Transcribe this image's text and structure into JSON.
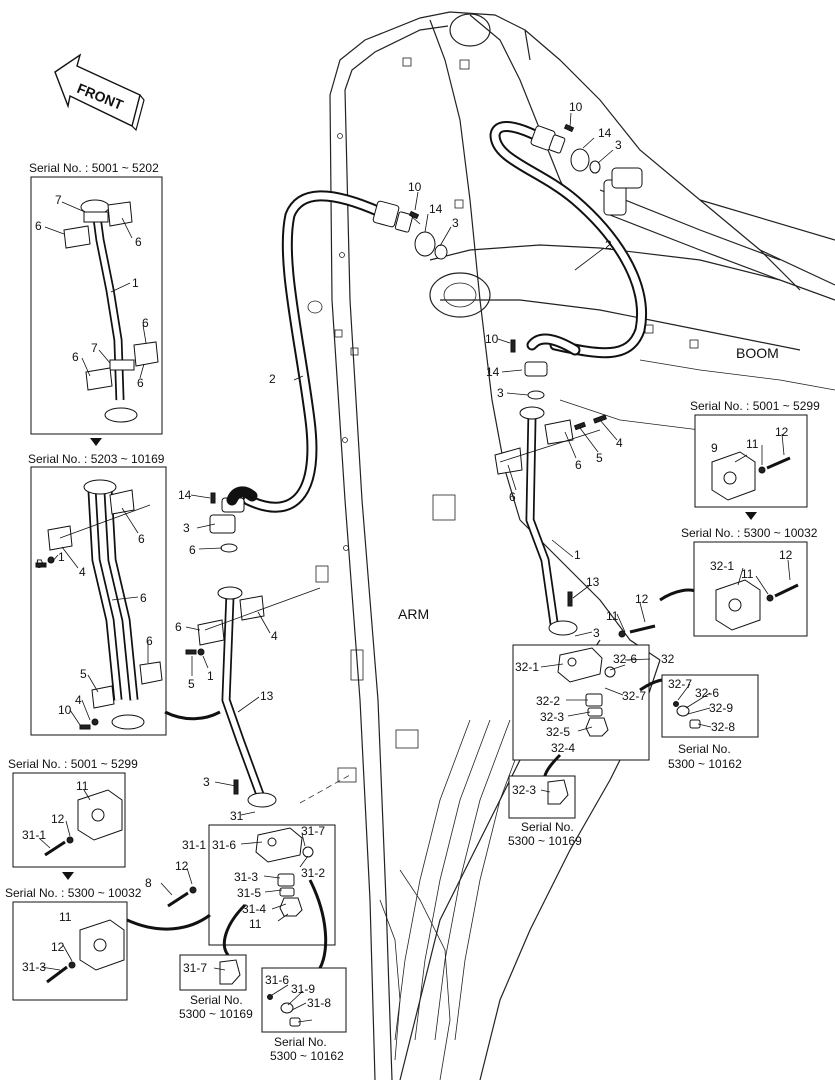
{
  "front_label": "FRONT",
  "region_labels": {
    "boom": "BOOM",
    "arm": "ARM"
  },
  "serials": {
    "s1": "Serial No. : 5001 ~ 5202",
    "s2": "Serial No. : 5203 ~ 10169",
    "s3": "Serial No. : 5001 ~ 5299",
    "s4": "Serial No. : 5300 ~ 10032",
    "s5": "Serial No. : 5001 ~ 5299",
    "s6": "Serial No. : 5300 ~ 10032",
    "cap_a_title": "Serial No.",
    "cap_a_range": "5300 ~ 10169",
    "cap_b_title": "Serial No.",
    "cap_b_range": "5300 ~ 10162",
    "cap_c_title": "Serial No.",
    "cap_c_range": "5300 ~ 10169",
    "cap_d_title": "Serial No.",
    "cap_d_range": "5300 ~ 10162"
  },
  "labels": [
    {
      "id": "l01",
      "text": "10"
    },
    {
      "id": "l02",
      "text": "14"
    },
    {
      "id": "l03",
      "text": "3"
    },
    {
      "id": "l04",
      "text": "2"
    },
    {
      "id": "l05",
      "text": "10"
    },
    {
      "id": "l06",
      "text": "14"
    },
    {
      "id": "l07",
      "text": "3"
    },
    {
      "id": "l08",
      "text": "2"
    },
    {
      "id": "l09",
      "text": "10"
    },
    {
      "id": "l10",
      "text": "14"
    },
    {
      "id": "l11",
      "text": "3"
    },
    {
      "id": "l12",
      "text": "6"
    },
    {
      "id": "l13",
      "text": "6"
    },
    {
      "id": "l14",
      "text": "5"
    },
    {
      "id": "l15",
      "text": "4"
    },
    {
      "id": "l16",
      "text": "1"
    },
    {
      "id": "l17",
      "text": "13"
    },
    {
      "id": "l18",
      "text": "3"
    },
    {
      "id": "l19",
      "text": "11"
    },
    {
      "id": "l20",
      "text": "12"
    },
    {
      "id": "l21",
      "text": "32"
    },
    {
      "id": "l22",
      "text": "32-1"
    },
    {
      "id": "l23",
      "text": "32-6"
    },
    {
      "id": "l24",
      "text": "32-7"
    },
    {
      "id": "l25",
      "text": "32-2"
    },
    {
      "id": "l26",
      "text": "32-3"
    },
    {
      "id": "l27",
      "text": "32-5"
    },
    {
      "id": "l28",
      "text": "32-4"
    },
    {
      "id": "l29",
      "text": "32-3"
    },
    {
      "id": "l30",
      "text": "32-7"
    },
    {
      "id": "l31",
      "text": "32-6"
    },
    {
      "id": "l32",
      "text": "32-9"
    },
    {
      "id": "l33",
      "text": "32-8"
    },
    {
      "id": "l34",
      "text": "9"
    },
    {
      "id": "l35",
      "text": "11"
    },
    {
      "id": "l36",
      "text": "12"
    },
    {
      "id": "l37",
      "text": "32-1"
    },
    {
      "id": "l38",
      "text": "11"
    },
    {
      "id": "l39",
      "text": "12"
    },
    {
      "id": "l40",
      "text": "7"
    },
    {
      "id": "l41",
      "text": "6"
    },
    {
      "id": "l42",
      "text": "6"
    },
    {
      "id": "l43",
      "text": "1"
    },
    {
      "id": "l44",
      "text": "6"
    },
    {
      "id": "l45",
      "text": "7"
    },
    {
      "id": "l46",
      "text": "6"
    },
    {
      "id": "l47",
      "text": "6"
    },
    {
      "id": "l48",
      "text": "6"
    },
    {
      "id": "l49",
      "text": "4"
    },
    {
      "id": "l50",
      "text": "5"
    },
    {
      "id": "l51",
      "text": "1"
    },
    {
      "id": "l52",
      "text": "6"
    },
    {
      "id": "l53",
      "text": "6"
    },
    {
      "id": "l54",
      "text": "5"
    },
    {
      "id": "l55",
      "text": "4"
    },
    {
      "id": "l56",
      "text": "10"
    },
    {
      "id": "l57",
      "text": "14"
    },
    {
      "id": "l58",
      "text": "3"
    },
    {
      "id": "l59",
      "text": "6"
    },
    {
      "id": "l60",
      "text": "6"
    },
    {
      "id": "l61",
      "text": "4"
    },
    {
      "id": "l62",
      "text": "5"
    },
    {
      "id": "l63",
      "text": "1"
    },
    {
      "id": "l64",
      "text": "13"
    },
    {
      "id": "l65",
      "text": "3"
    },
    {
      "id": "l66",
      "text": "31"
    },
    {
      "id": "l67",
      "text": "31-1"
    },
    {
      "id": "l68",
      "text": "31-6"
    },
    {
      "id": "l69",
      "text": "31-7"
    },
    {
      "id": "l70",
      "text": "31-2"
    },
    {
      "id": "l71",
      "text": "31-3"
    },
    {
      "id": "l72",
      "text": "31-5"
    },
    {
      "id": "l73",
      "text": "31-4"
    },
    {
      "id": "l74",
      "text": "11"
    },
    {
      "id": "l75",
      "text": "12"
    },
    {
      "id": "l76",
      "text": "8"
    },
    {
      "id": "l77",
      "text": "11"
    },
    {
      "id": "l78",
      "text": "12"
    },
    {
      "id": "l79",
      "text": "31-1"
    },
    {
      "id": "l80",
      "text": "11"
    },
    {
      "id": "l81",
      "text": "12"
    },
    {
      "id": "l82",
      "text": "31-3"
    },
    {
      "id": "l83",
      "text": "31-7"
    },
    {
      "id": "l84",
      "text": "31-6"
    },
    {
      "id": "l85",
      "text": "31-9"
    },
    {
      "id": "l86",
      "text": "31-8"
    }
  ]
}
